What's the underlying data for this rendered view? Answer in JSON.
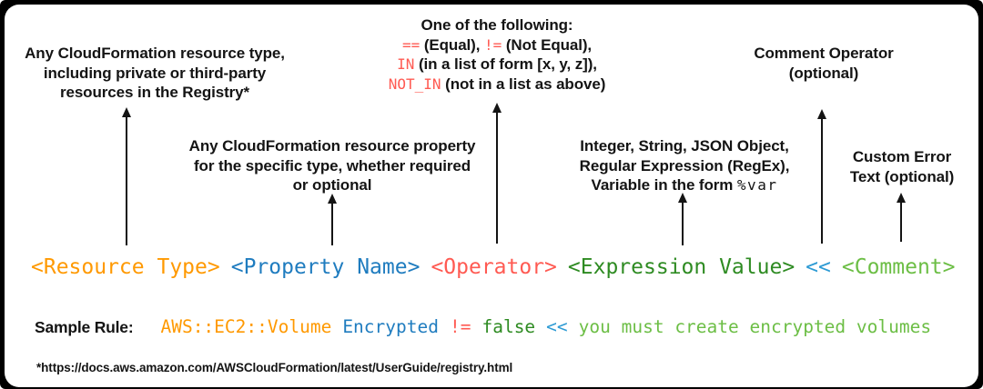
{
  "colors": {
    "resource_type": "#FF9900",
    "property_name": "#1F7CBF",
    "operator": "#FF5A52",
    "expression_value": "#2E8B22",
    "redirect": "#2E9BD4",
    "comment": "#6CBE45",
    "text": "#141414",
    "panel_background": "#FFFFFF",
    "frame": "#000000"
  },
  "callouts": {
    "resource_type": {
      "line1": "Any CloudFormation resource type,",
      "line2": "including private or third-party",
      "line3": "resources in the Registry*"
    },
    "property_name": {
      "line1": "Any CloudFormation resource property",
      "line2": "for the specific type, whether required",
      "line3": "or optional"
    },
    "operator": {
      "title": "One of the following:",
      "l2_op1": "==",
      "l2_t1": " (Equal), ",
      "l2_op2": "!=",
      "l2_t2": " (Not Equal),",
      "l3_op": "IN",
      "l3_t": " (in a list of form [x, y, z]),",
      "l4_op": "NOT_IN",
      "l4_t": " (not in a list as above)"
    },
    "expression_value": {
      "line1": "Integer, String, JSON Object,",
      "line2": "Regular Expression (RegEx),",
      "line3_text": "Variable in the form ",
      "line3_var": "%var"
    },
    "comment_operator": {
      "line1": "Comment Operator",
      "line2": "(optional)"
    },
    "custom_error": {
      "line1": "Custom Error",
      "line2": "Text (optional)"
    }
  },
  "syntax": {
    "resource_type": "<Resource Type>",
    "property_name": "<Property Name>",
    "operator": "<Operator>",
    "expression_value": "<Expression Value>",
    "redirect": "<<",
    "comment": "<Comment>"
  },
  "sample": {
    "label": "Sample Rule:",
    "resource_type": "AWS::EC2::Volume",
    "property_name": "Encrypted",
    "operator": "!=",
    "expression_value": "false",
    "redirect": "<<",
    "comment": "you must create encrypted volumes"
  },
  "footnote": "*https://docs.aws.amazon.com/AWSCloudFormation/latest/UserGuide/registry.html"
}
